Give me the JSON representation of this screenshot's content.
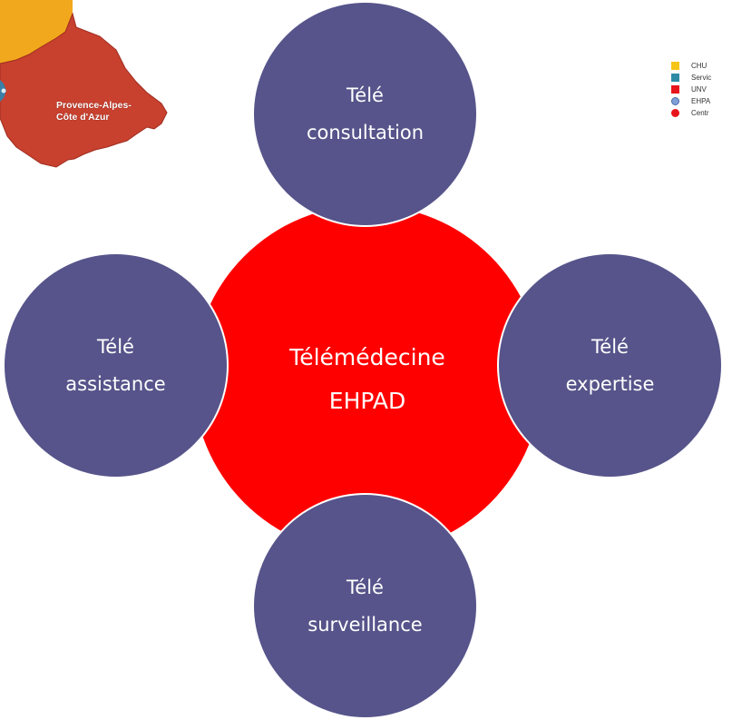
{
  "map": {
    "region_label_line1": "Provence-Alpes-",
    "region_label_line2": "Côte d'Azur",
    "colors": {
      "region_yellow": "#f2a81c",
      "region_red": "#c8402e",
      "marker_blue": "#3a7fa8"
    }
  },
  "legend": {
    "items": [
      {
        "label": "CHU",
        "shape": "square",
        "color": "#f5c518"
      },
      {
        "label": "Servic",
        "shape": "square",
        "color": "#2e8ba6"
      },
      {
        "label": "UNV",
        "shape": "square",
        "color": "#e8141c"
      },
      {
        "label": "EHPA",
        "shape": "circle",
        "color": "#7f9fd8"
      },
      {
        "label": "Centr",
        "shape": "circle",
        "color": "#e8141c"
      }
    ]
  },
  "diagram": {
    "center": {
      "line1": "Télémédecine",
      "line2": "EHPAD",
      "color": "#ff0000"
    },
    "nodes": {
      "top": {
        "line1": "Télé",
        "line2": "consultation"
      },
      "right": {
        "line1": "Télé",
        "line2": "expertise"
      },
      "bottom": {
        "line1": "Télé",
        "line2": "surveillance"
      },
      "left": {
        "line1": "Télé",
        "line2": "assistance"
      }
    },
    "node_color": "#56548a"
  }
}
